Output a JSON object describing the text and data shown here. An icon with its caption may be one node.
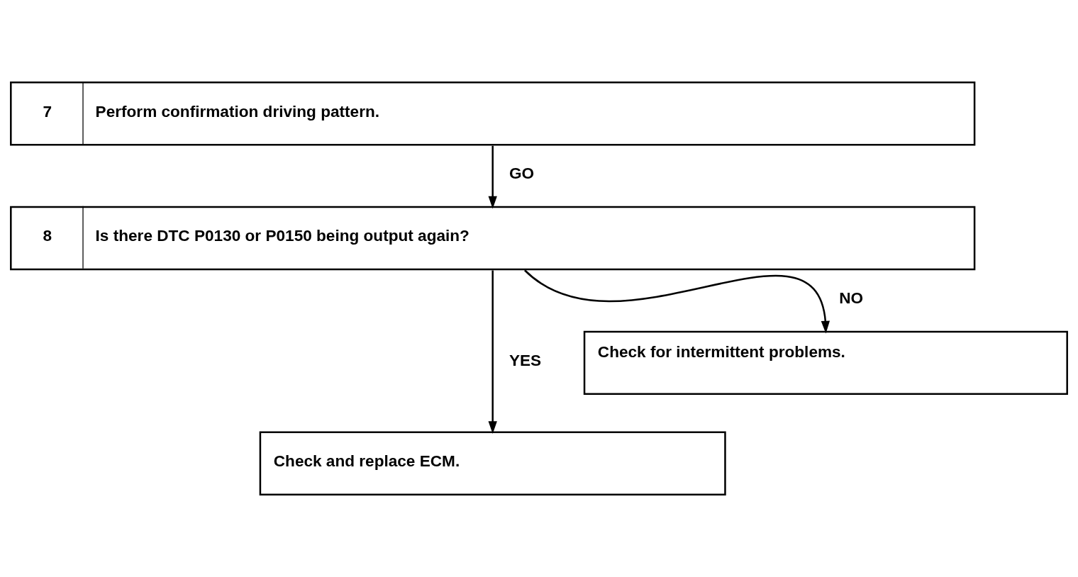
{
  "diagram": {
    "nodes": [
      {
        "text": [
          "7",
          "Perform confirmation driving pattern."
        ]
      },
      {
        "text": [
          "8",
          "Is there DTC P0130 or P0150 being output again?"
        ]
      },
      {
        "text": [
          "Check for intermittent problems."
        ]
      },
      {
        "text": [
          "Check and replace ECM."
        ]
      }
    ],
    "edges": [
      {
        "from": 0,
        "to": 1,
        "arrow": "to",
        "label": "GO"
      },
      {
        "from": 1,
        "to": 2,
        "arrow": "to",
        "label": "NO"
      },
      {
        "from": 1,
        "to": 3,
        "arrow": "to",
        "label": "YES"
      }
    ]
  }
}
